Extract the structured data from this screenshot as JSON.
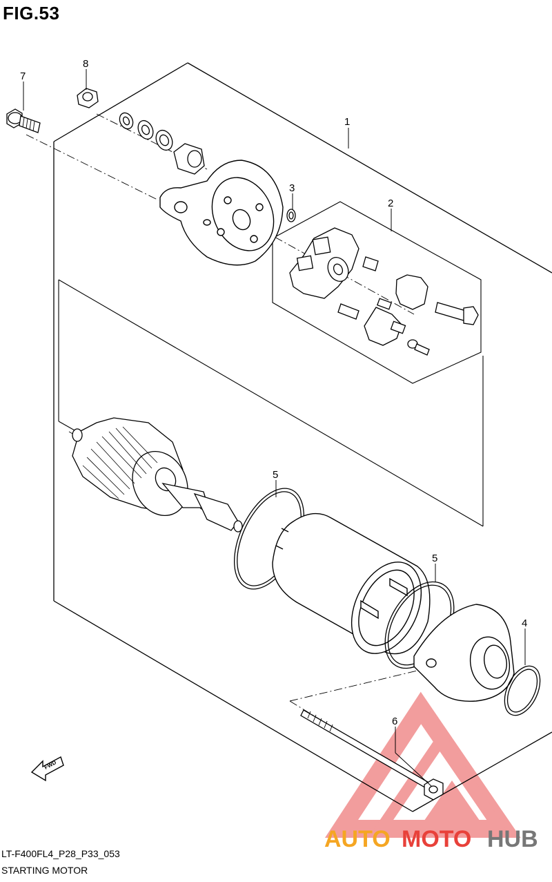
{
  "figure": {
    "title": "FIG.53",
    "drawing_code": "LT-F400FL4_P28_P33_053",
    "caption": "STARTING MOTOR"
  },
  "callouts": [
    {
      "id": "c1",
      "label": "1"
    },
    {
      "id": "c2",
      "label": "2"
    },
    {
      "id": "c3",
      "label": "3"
    },
    {
      "id": "c4",
      "label": "4"
    },
    {
      "id": "c5a",
      "label": "5"
    },
    {
      "id": "c5b",
      "label": "5"
    },
    {
      "id": "c6",
      "label": "6"
    },
    {
      "id": "c7",
      "label": "7"
    },
    {
      "id": "c8",
      "label": "8"
    }
  ],
  "fwd_arrow": {
    "label": "FWD"
  },
  "watermark": {
    "part1": "AUTO",
    "part2": "MOTO",
    "part3": "HUB",
    "color_orange": "#f5a623",
    "color_red": "#e8413a",
    "color_gray": "#777777",
    "triangle_color": "#f08c8c"
  }
}
